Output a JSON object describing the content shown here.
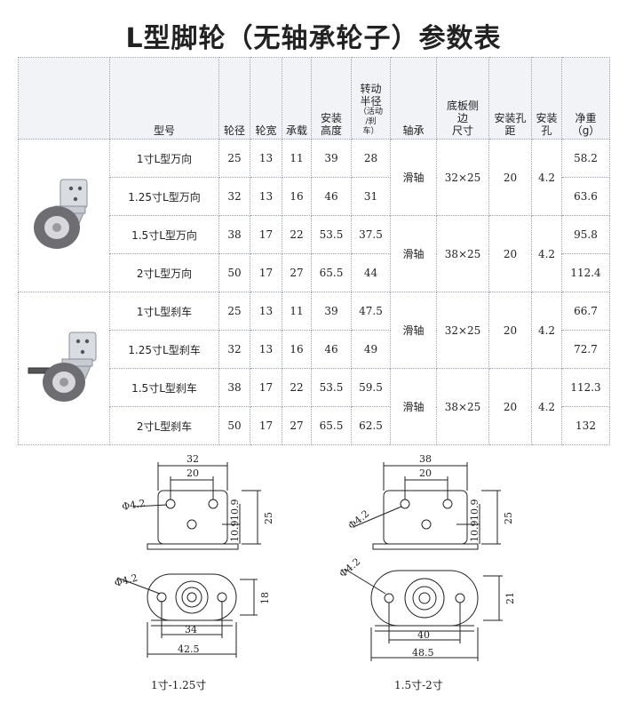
{
  "title": "L型脚轮（无轴承轮子）参数表",
  "table": {
    "headers": {
      "model": "型号",
      "wheel_dia": "轮径",
      "wheel_width": "轮宽",
      "load": "承载",
      "install_height_1": "安装",
      "install_height_2": "高度",
      "radius_1": "转动",
      "radius_2": "半径",
      "radius_3": "（活动",
      "radius_4": "/刹",
      "radius_5": "车）",
      "bearing": "轴承",
      "plate_1": "底板侧",
      "plate_2": "边",
      "plate_3": "尺寸",
      "hole_dist_1": "安装孔",
      "hole_dist_2": "距",
      "hole_1": "安装",
      "hole_2": "孔",
      "weight_1": "净重",
      "weight_2": "（g）"
    },
    "rows": [
      {
        "model": "1寸L型万向",
        "dia": "25",
        "width": "13",
        "load": "11",
        "height": "39",
        "radius": "28",
        "weight": "58.2"
      },
      {
        "model": "1.25寸L型万向",
        "dia": "32",
        "width": "13",
        "load": "16",
        "height": "46",
        "radius": "31",
        "weight": "63.6"
      },
      {
        "model": "1.5寸L型万向",
        "dia": "38",
        "width": "17",
        "load": "22",
        "height": "53.5",
        "radius": "37.5",
        "weight": "95.8"
      },
      {
        "model": "2寸L型万向",
        "dia": "50",
        "width": "17",
        "load": "27",
        "height": "65.5",
        "radius": "44",
        "weight": "112.4"
      },
      {
        "model": "1寸L型刹车",
        "dia": "25",
        "width": "13",
        "load": "11",
        "height": "39",
        "radius": "47.5",
        "weight": "66.7"
      },
      {
        "model": "1.25寸L型刹车",
        "dia": "32",
        "width": "13",
        "load": "16",
        "height": "46",
        "radius": "49",
        "weight": "72.7"
      },
      {
        "model": "1.5寸L型刹车",
        "dia": "38",
        "width": "17",
        "load": "22",
        "height": "53.5",
        "radius": "59.5",
        "weight": "112.3"
      },
      {
        "model": "2寸L型刹车",
        "dia": "50",
        "width": "17",
        "load": "27",
        "height": "65.5",
        "radius": "62.5",
        "weight": "132"
      }
    ],
    "groups": [
      {
        "bearing": "滑轴",
        "plate": "32×25",
        "hole_dist": "20",
        "hole": "4.2"
      },
      {
        "bearing": "滑轴",
        "plate": "38×25",
        "hole_dist": "20",
        "hole": "4.2"
      },
      {
        "bearing": "滑轴",
        "plate": "32×25",
        "hole_dist": "20",
        "hole": "4.2"
      },
      {
        "bearing": "滑轴",
        "plate": "38×25",
        "hole_dist": "20",
        "hole": "4.2"
      }
    ]
  },
  "drawings": {
    "left": {
      "plate_width": "32",
      "hole_spacing": "20",
      "hole_dia": "Φ4.2",
      "dim_a": "10.9",
      "dim_b": "10.9",
      "plate_height": "25",
      "base_dia": "Φ4.2",
      "base_height": "18",
      "base_spacing": "34",
      "base_length": "42.5",
      "caption": "1寸-1.25寸"
    },
    "right": {
      "plate_width": "38",
      "hole_spacing": "20",
      "hole_dia": "Φ4.2",
      "dim_a": "10.9",
      "dim_b": "10.9",
      "plate_height": "25",
      "base_dia": "Φ4.2",
      "base_height": "21",
      "base_spacing": "40",
      "base_length": "48.5",
      "caption": "1.5寸-2寸"
    }
  }
}
